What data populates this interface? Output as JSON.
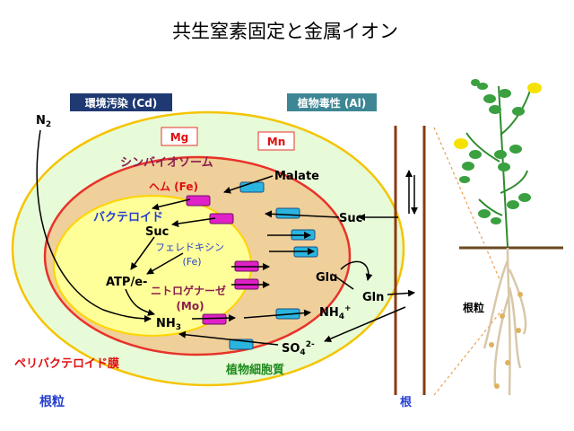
{
  "title": "共生窒素固定と金属イオン",
  "boxes": {
    "pollution": "環境汚染 (Cd)",
    "toxicity": "植物毒性 (Al)"
  },
  "metals": {
    "mg": "Mg",
    "mn": "Mn"
  },
  "labels": {
    "n2": "N",
    "n2_sub": "2",
    "symbiosome": "シンバイオソーム",
    "heme": "ヘム (Fe)",
    "malate": "Malate",
    "bacteroid": "バクテロイド",
    "suc_inner": "Suc",
    "suc_outer": "Suc",
    "ferredoxin": "フェレドキシン",
    "ferredoxin_fe": "(Fe)",
    "atp": "ATP/e-",
    "nitrogenase": "ニトロゲナーゼ",
    "nitrogenase_mo": "(Mo)",
    "nh3": "NH",
    "nh3_sub": "3",
    "nh4": "NH",
    "nh4_sub": "4",
    "nh4_sup": "+",
    "glu": "Glu",
    "gln": "Gln",
    "so4": "SO",
    "so4_sub": "4",
    "so4_sup": "2-",
    "peribacteroid": "ペリバクテロイド膜",
    "plant_cytoplasm": "植物細胞質",
    "nodule_left": "根粒",
    "root": "根",
    "nodule_right": "根粒"
  },
  "colors": {
    "outer_fill": "#e8fbd8",
    "outer_stroke": "#f5c400",
    "symbiosome_fill": "#efcf9a",
    "symbiosome_stroke": "#e8322a",
    "bacteroid_fill": "#ffff99",
    "bacteroid_stroke": "#ffd400",
    "transporter_blue": "#2ab5e0",
    "transporter_magenta": "#e020c8",
    "box_navy": "#1f3a73",
    "box_teal": "#3d8694",
    "root_brown": "#8a3a12",
    "accent_red": "#e01010",
    "accent_purple": "#8a1e4e",
    "accent_blue": "#2640d0",
    "accent_green": "#1e8a1e"
  }
}
